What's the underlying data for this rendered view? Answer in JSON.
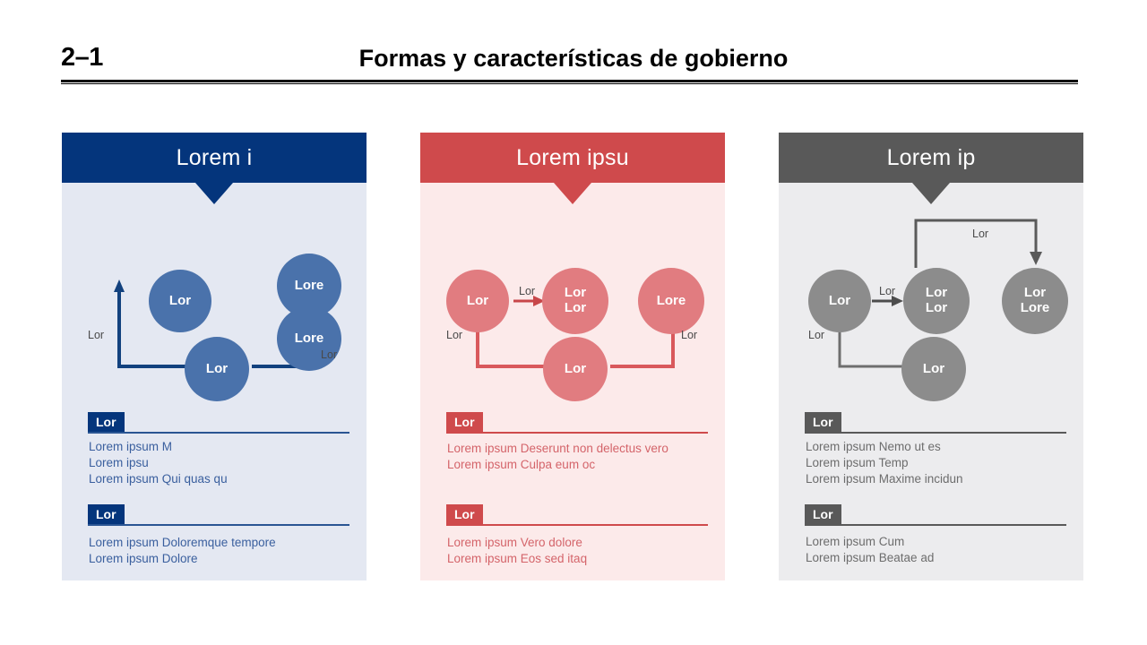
{
  "header": {
    "slide_number": "2–1",
    "title": "Formas y características de gobierno"
  },
  "panels": [
    {
      "id": "panel-0",
      "accent": "#04357c",
      "node_color": "#4a72ab",
      "bg": "#e4e8f2",
      "heading": "Lorem i",
      "nodes": [
        {
          "name": "node-left",
          "lines": [
            "Lor"
          ]
        },
        {
          "name": "node-right-upper",
          "lines": [
            "Lore"
          ]
        },
        {
          "name": "node-right-lower",
          "lines": [
            "Lore"
          ]
        },
        {
          "name": "node-bottom",
          "lines": [
            "Lor"
          ]
        }
      ],
      "edge_labels": [
        {
          "name": "edge-label-left",
          "text": "Lor"
        },
        {
          "name": "edge-label-right",
          "text": "Lor"
        }
      ],
      "sections": [
        {
          "badge": "Lor",
          "lines": [
            "Lorem ipsum M",
            "Lorem ipsu",
            "Lorem ipsum Qui quas qu"
          ]
        },
        {
          "badge": "Lor",
          "lines": [
            "Lorem ipsum Doloremque tempore",
            "Lorem ipsum Dolore"
          ]
        }
      ]
    },
    {
      "id": "panel-1",
      "accent": "#cf4a4c",
      "node_color": "#e17c80",
      "bg": "#fceaea",
      "heading": "Lorem ipsu",
      "nodes": [
        {
          "name": "node-left",
          "lines": [
            "Lor"
          ]
        },
        {
          "name": "node-middle",
          "lines": [
            "Lor",
            "Lor"
          ]
        },
        {
          "name": "node-right",
          "lines": [
            "Lore"
          ]
        },
        {
          "name": "node-bottom",
          "lines": [
            "Lor"
          ]
        }
      ],
      "edge_labels": [
        {
          "name": "edge-label-left",
          "text": "Lor"
        },
        {
          "name": "edge-label-center",
          "text": "Lor"
        },
        {
          "name": "edge-label-right",
          "text": "Lor"
        }
      ],
      "sections": [
        {
          "badge": "Lor",
          "lines": [
            "Lorem ipsum Deserunt non delectus vero",
            "Lorem ipsum Culpa eum oc"
          ]
        },
        {
          "badge": "Lor",
          "lines": [
            "Lorem ipsum Vero dolore",
            "Lorem ipsum Eos sed itaq"
          ]
        }
      ]
    },
    {
      "id": "panel-2",
      "accent": "#595959",
      "node_color": "#8c8c8c",
      "bg": "#ececee",
      "heading": "Lorem ip",
      "nodes": [
        {
          "name": "node-left",
          "lines": [
            "Lor"
          ]
        },
        {
          "name": "node-middle",
          "lines": [
            "Lor",
            "Lor"
          ]
        },
        {
          "name": "node-right",
          "lines": [
            "Lor",
            "Lore"
          ]
        },
        {
          "name": "node-bottom",
          "lines": [
            "Lor"
          ]
        }
      ],
      "edge_labels": [
        {
          "name": "edge-label-left",
          "text": "Lor"
        },
        {
          "name": "edge-label-center",
          "text": "Lor"
        },
        {
          "name": "edge-label-top",
          "text": "Lor"
        }
      ],
      "sections": [
        {
          "badge": "Lor",
          "lines": [
            "Lorem ipsum Nemo ut es",
            "Lorem ipsum Temp",
            "Lorem ipsum Maxime incidun"
          ]
        },
        {
          "badge": "Lor",
          "lines": [
            "Lorem ipsum Cum",
            "Lorem ipsum Beatae ad"
          ]
        }
      ]
    }
  ]
}
